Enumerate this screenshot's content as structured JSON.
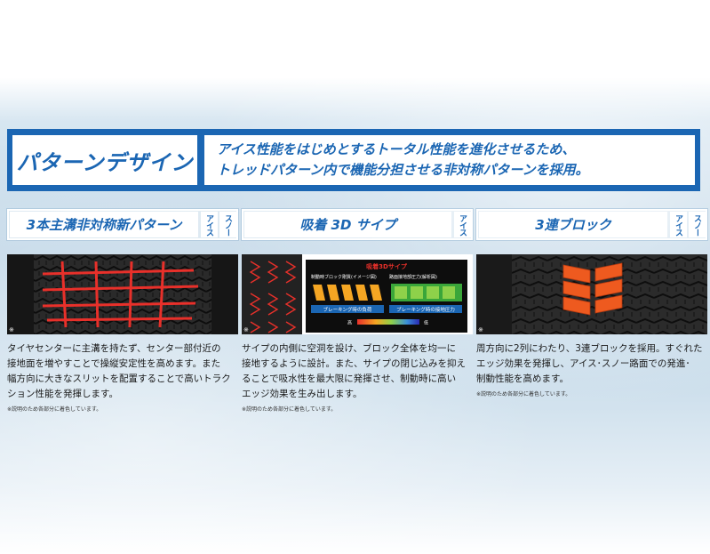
{
  "header": {
    "title": "パターンデザイン",
    "desc_line1": "アイス性能をはじめとするトータル性能を進化させるため、",
    "desc_line2": "トレッドパターン内で機能分担させる非対称パターンを採用。"
  },
  "columns": [
    {
      "title": "3本主溝非対称新パターン",
      "badges": [
        "アイス",
        "スノー"
      ],
      "photo_note": "※",
      "lines": [
        "タイヤセンターに主溝を持たず、センター部付近の",
        "接地面を増やすことで操縦安定性を高めます。また",
        "幅方向に大きなスリットを配置することで高いトラク",
        "ション性能を発揮します。"
      ],
      "note": "※説明のため各部分に着色しています。"
    },
    {
      "title": "吸着 3D サイプ",
      "badges": [
        "アイス"
      ],
      "photo_note": "※",
      "diagram": {
        "title": "吸着3Dサイプ",
        "left_label": "制動時ブロック剛質(イメージ図)",
        "right_label": "路面接地部圧力(解析図)",
        "left_caption": "ブレーキング時の負荷",
        "right_caption": "ブレーキング時の接地圧力",
        "legend_high": "高",
        "legend_low": "低"
      },
      "lines": [
        "サイプの内側に空洞を設け、ブロック全体を均一に",
        "接地するように設計。また、サイプの閉じ込みを抑え",
        "ることで吸水性を最大限に発揮させ、制動時に高い",
        "エッジ効果を生み出します。"
      ],
      "note": "※説明のため各部分に着色しています。"
    },
    {
      "title": "3連ブロック",
      "badges": [
        "アイス",
        "スノー"
      ],
      "photo_note": "※",
      "lines": [
        "周方向に2列にわたり、3連ブロックを採用。すぐれた",
        "エッジ効果を発揮し、アイス･スノー路面での発進･",
        "制動性能を高めます。"
      ],
      "note": "※説明のため各部分に着色しています。"
    }
  ],
  "colors": {
    "brand_blue": "#1b66b3",
    "highlight_red": "#e8302a",
    "highlight_orange": "#ee5a1f"
  }
}
